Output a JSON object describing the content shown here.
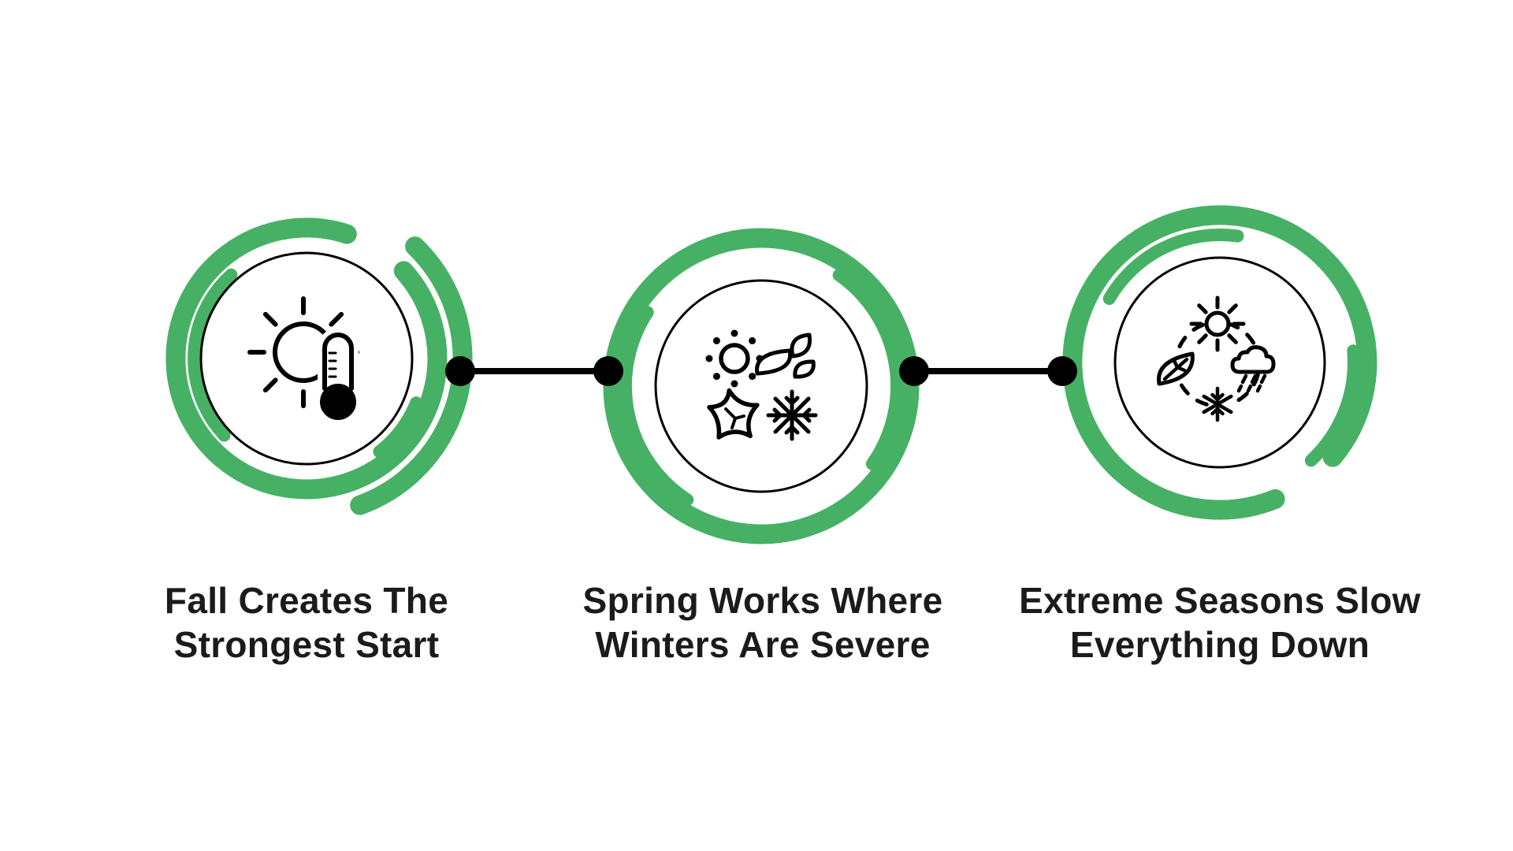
{
  "infographic": {
    "background": "#ffffff",
    "accent_color": "#46b164",
    "line_color": "#000000",
    "text_color": "#1b1b1b",
    "steps": [
      {
        "icon": "sun-thermometer-icon",
        "label_lines": [
          "Fall Creates The",
          "Strongest Start"
        ]
      },
      {
        "icon": "four-seasons-icon",
        "label_lines": [
          "Spring Works Where",
          "Winters Are Severe"
        ]
      },
      {
        "icon": "seasons-cycle-icon",
        "label_lines": [
          "Extreme Seasons Slow",
          "Everything Down"
        ]
      }
    ]
  }
}
